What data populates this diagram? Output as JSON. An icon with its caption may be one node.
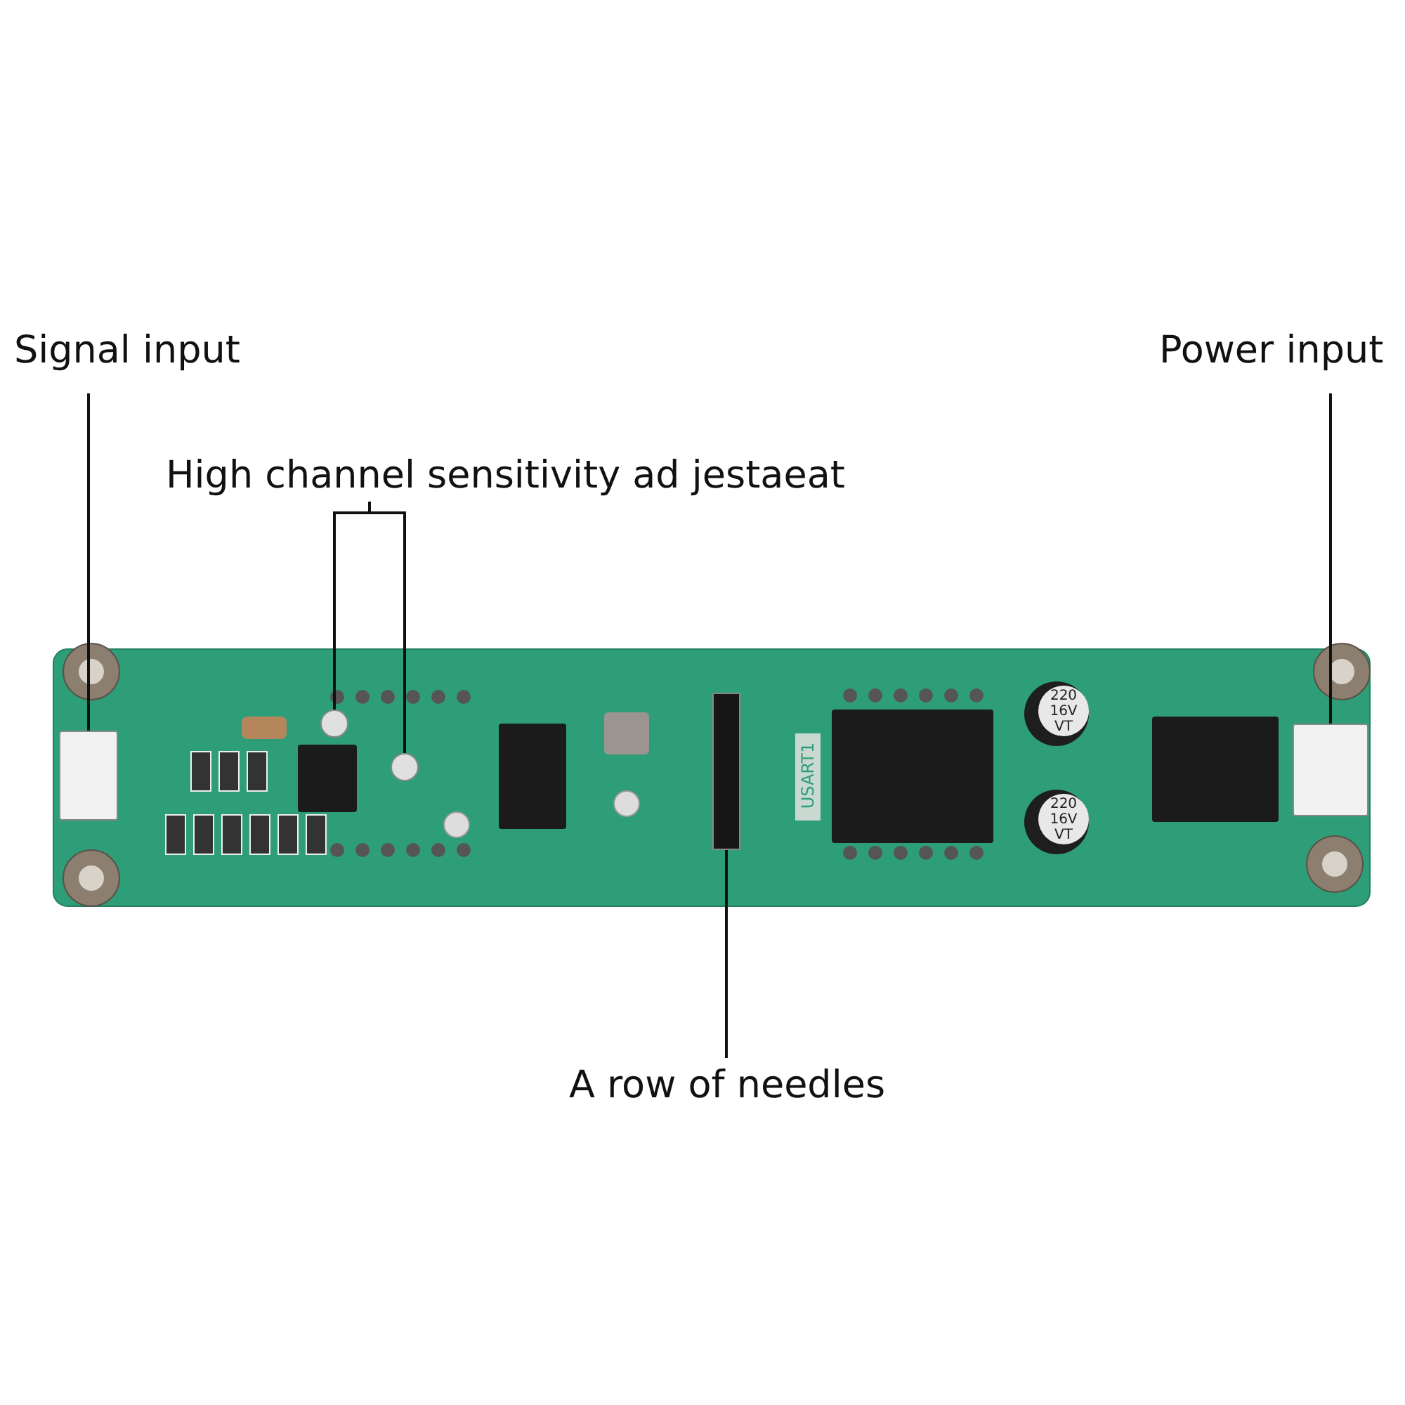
{
  "diagram": {
    "nodes": [
      {
        "text": [
          "Signal input"
        ]
      },
      {
        "text": [
          "High channel sensitivity ad jestaeat"
        ]
      },
      {
        "text": [
          "Power input"
        ]
      },
      {
        "text": [
          "A row of needles"
        ]
      },
      {
        "text": [],
        "shape": "box"
      },
      {
        "text": [],
        "shape": "circle"
      },
      {
        "text": [],
        "shape": "circle"
      },
      {
        "text": [],
        "shape": "bar"
      },
      {
        "text": [],
        "shape": "box"
      }
    ],
    "edges": [
      {
        "from": 0,
        "to": 4,
        "arrow": "none"
      },
      {
        "from": 1,
        "to": 5,
        "arrow": "none"
      },
      {
        "from": 1,
        "to": 6,
        "arrow": "none"
      },
      {
        "from": 2,
        "to": 8,
        "arrow": "none"
      },
      {
        "from": 3,
        "to": 7,
        "arrow": "none"
      }
    ],
    "labels": [
      "USART1",
      "220 16V VT",
      "220 16V VT"
    ]
  }
}
